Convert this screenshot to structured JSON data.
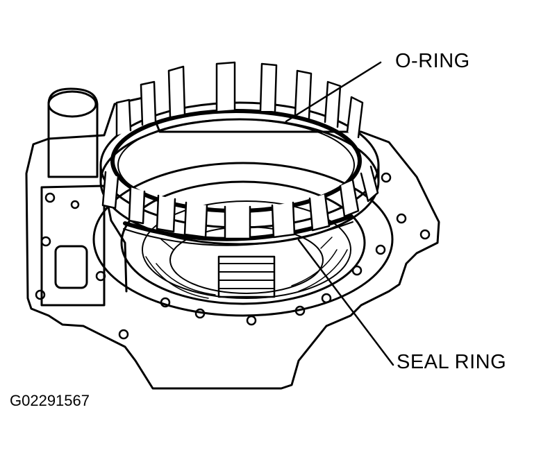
{
  "labels": {
    "oring": "O-RING",
    "seal_ring": "SEAL RING"
  },
  "figure_id": "G02291567",
  "colors": {
    "ink": "#000000",
    "paper": "#ffffff"
  }
}
